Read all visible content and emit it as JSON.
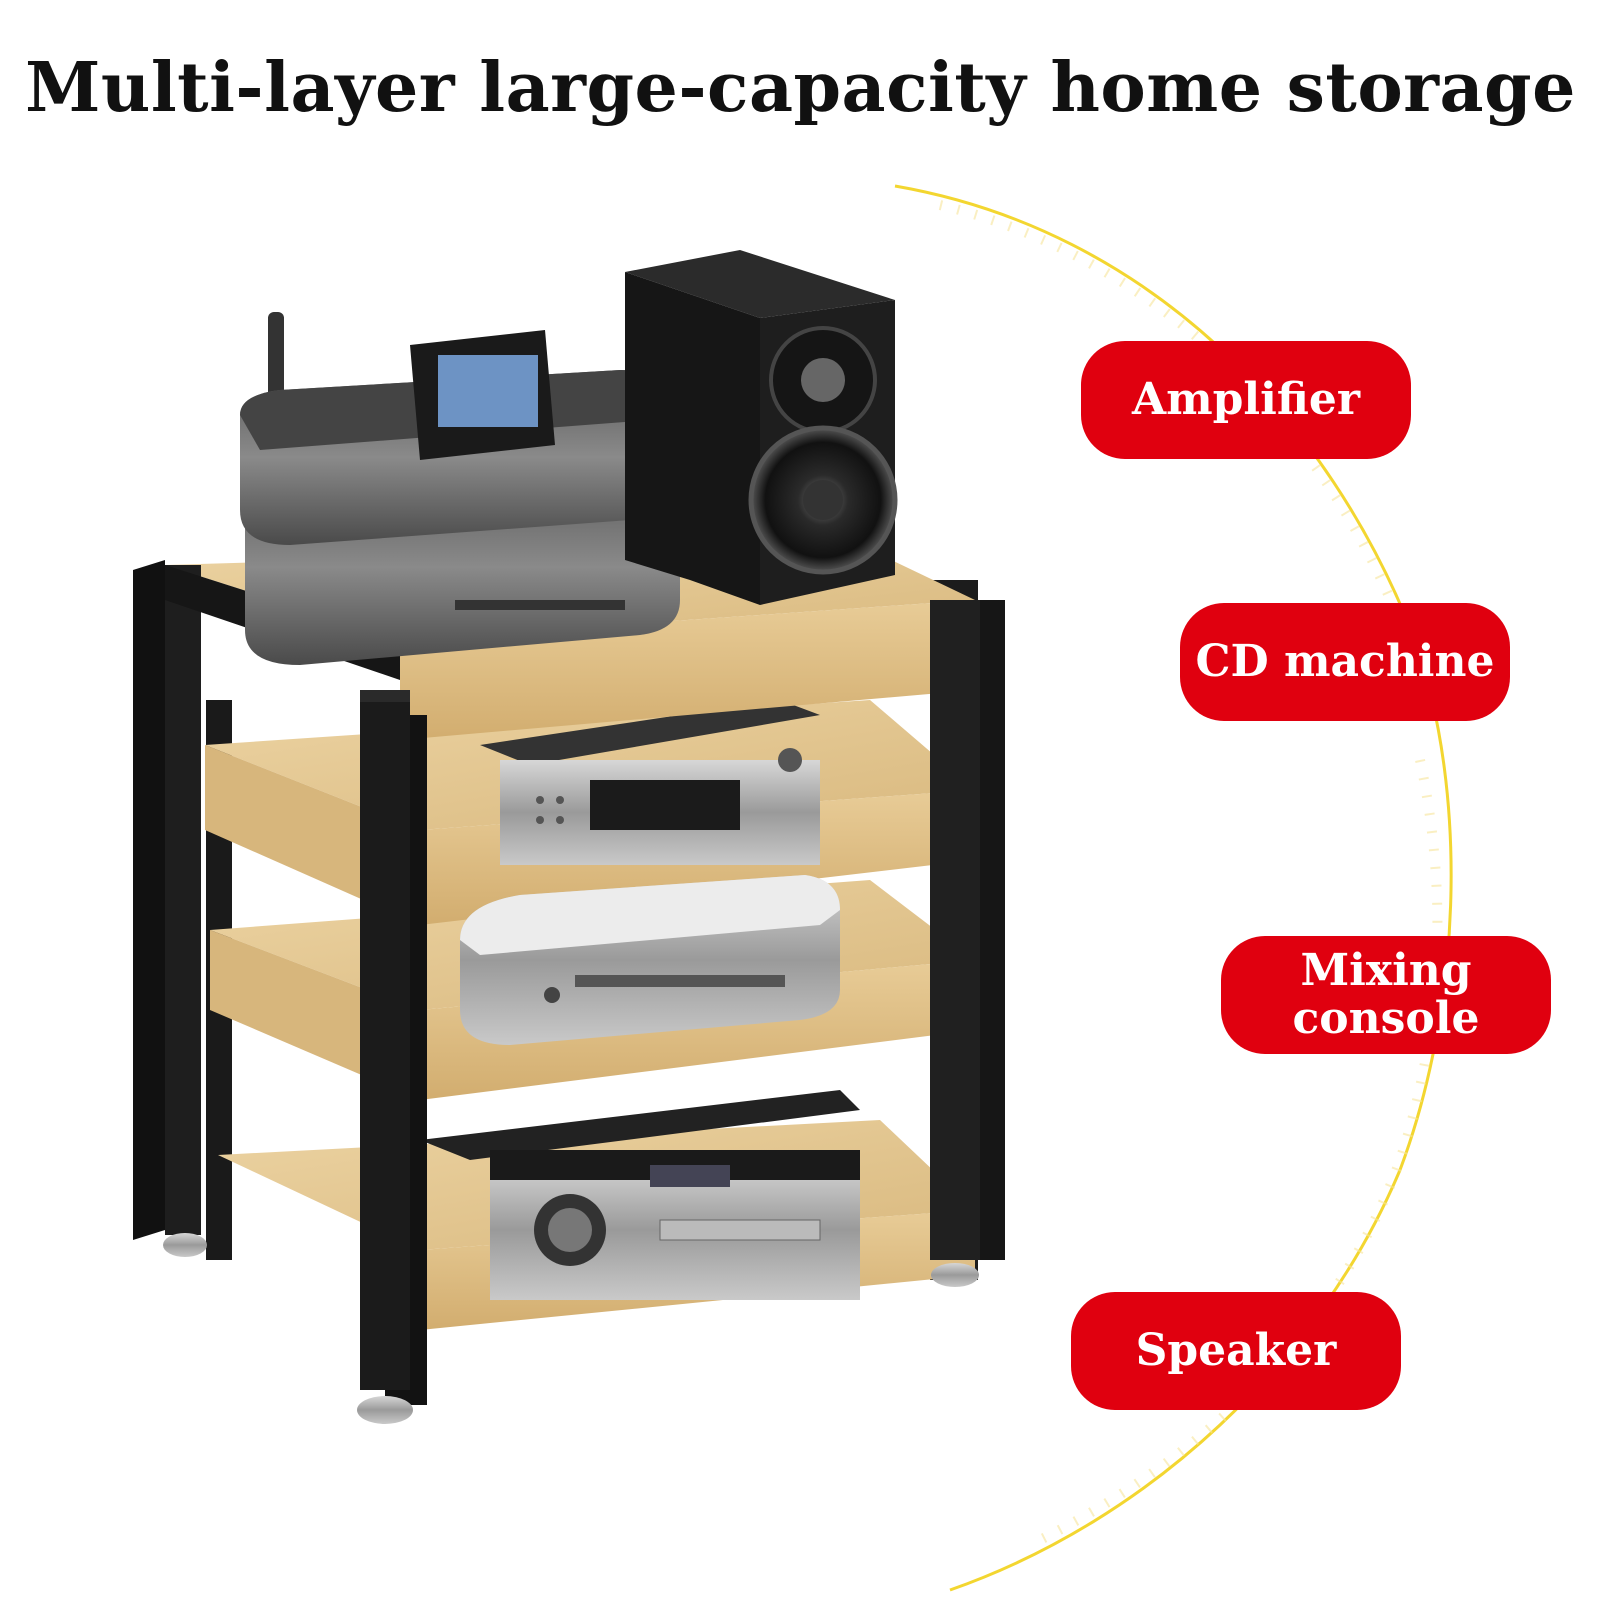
{
  "headline": "Multi-layer large-capacity home storage",
  "labels": {
    "amplifier": "Amplifier",
    "cd_machine": "CD machine",
    "mixing_line1": "Mixing",
    "mixing_line2": "console",
    "speaker": "Speaker"
  },
  "colors": {
    "label_bg": "#e0000f",
    "label_text": "#ffffff",
    "arc": "#f2d21a",
    "frame": "#141414",
    "wood": "#e2c48c"
  }
}
